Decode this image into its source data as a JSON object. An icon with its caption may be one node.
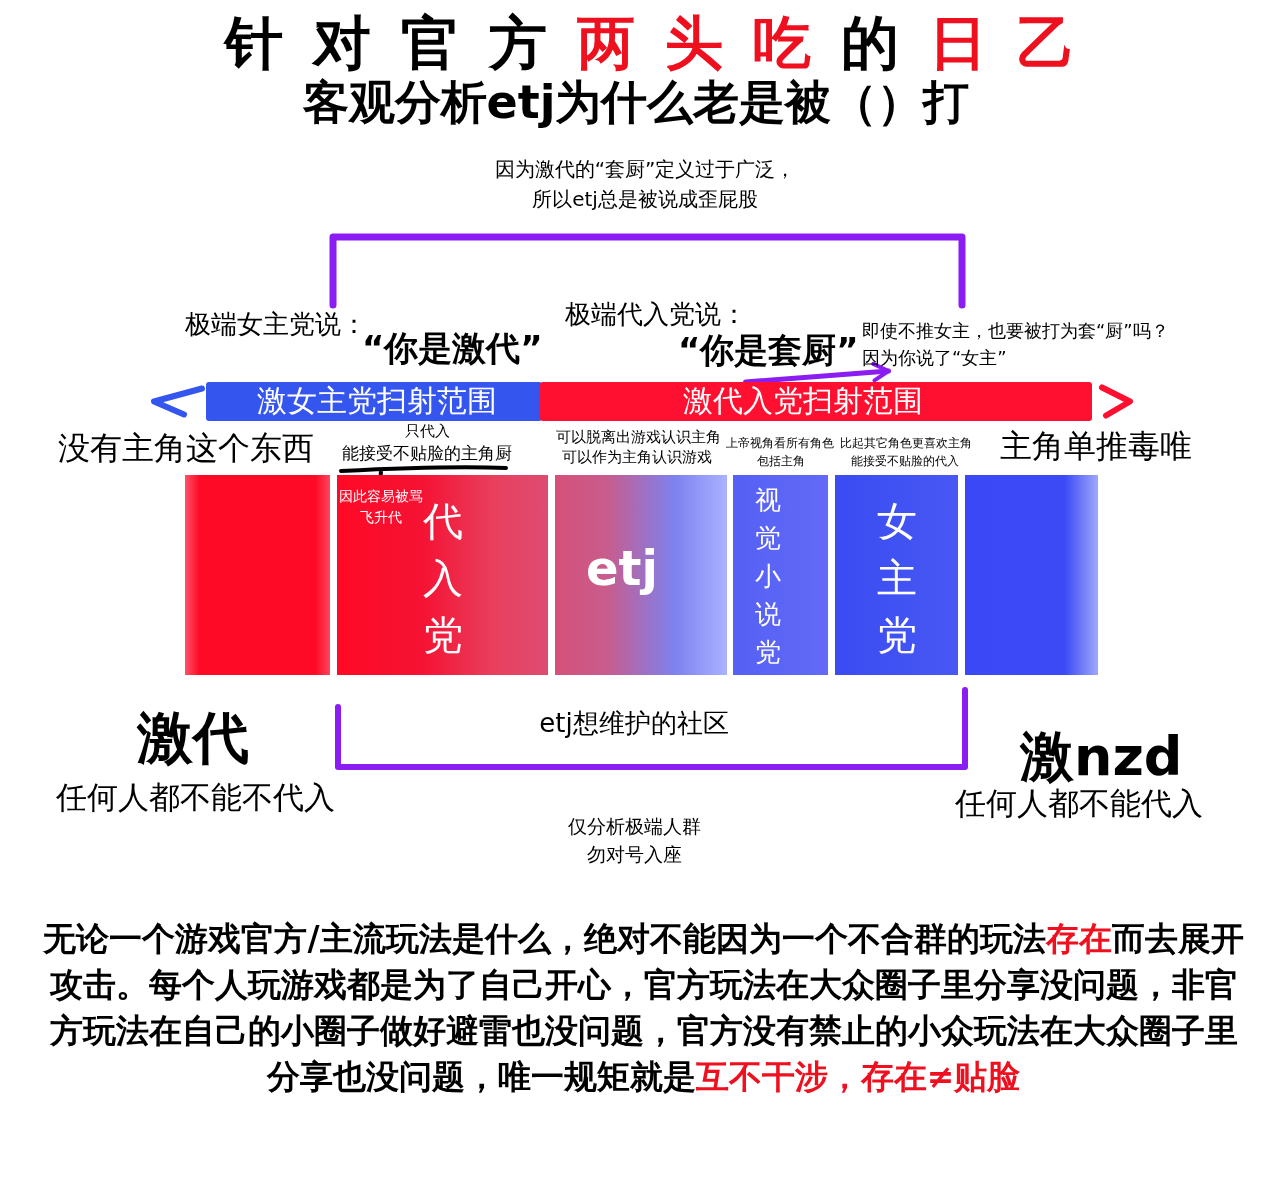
{
  "diagram": {
    "title": "针对官方**两头吃**的**日乙**",
    "nodes": [
      {
        "text": [
          "即使不推女主，也要被打为套“厨”吗？因为你说了“女主”"
        ]
      },
      {
        "text": [
          "激女主党扫射范围"
        ]
      },
      {
        "text": [
          "激代入党扫射范围"
        ]
      },
      {
        "text": [],
        "shape": "bar",
        "beside": [
          "没有主角这个东西"
        ]
      },
      {
        "text": [
          "因此容易被骂飞升代",
          "代入党"
        ],
        "beside": [
          "只代入",
          "能接受不贴脸的主角厨"
        ]
      },
      {
        "text": [
          "etj"
        ],
        "beside": [
          "可以脱离出游戏认识主角",
          "可以作为主角认识游戏"
        ]
      },
      {
        "text": [
          "视觉小说党"
        ],
        "beside": [
          "上帝视角看所有角色",
          "包括主角"
        ]
      },
      {
        "text": [
          "女主党"
        ],
        "beside": [
          "比起其它角色更喜欢主角",
          "能接受不贴脸的代入"
        ]
      },
      {
        "text": [],
        "shape": "bar",
        "beside": [
          "主角单推毒唯"
        ]
      }
    ],
    "edges": [
      {
        "from": 2,
        "to": 0,
        "arrow": "to"
      }
    ],
    "labels": [
      "客观分析etj为什么老是被（）打",
      "因为激代的“套厨”定义过于广泛，所以etj总是被说成歪屁股",
      "极端女主党说：",
      "“你是激代”",
      "极端代入党说：",
      "“你是套厨”",
      "激代",
      "任何人都不能不代入",
      "etj想维护的社区",
      "激nzd",
      "任何人都不能代入",
      "仅分析极端人群",
      "勿对号入座"
    ],
    "caption": "无论一个游戏官方/主流玩法是什么，绝对不能因为一个不合群的玩法**存在**而去展开攻击。每个人玩游戏都是为了自己开心，官方玩法在大众圈子里分享没问题，非官方玩法在自己的小圈子做好避雷也没问题，官方没有禁止的小众玩法在大众圈子里分享也没问题，唯一规矩就是**互不干涉，存在≠贴脸**"
  }
}
